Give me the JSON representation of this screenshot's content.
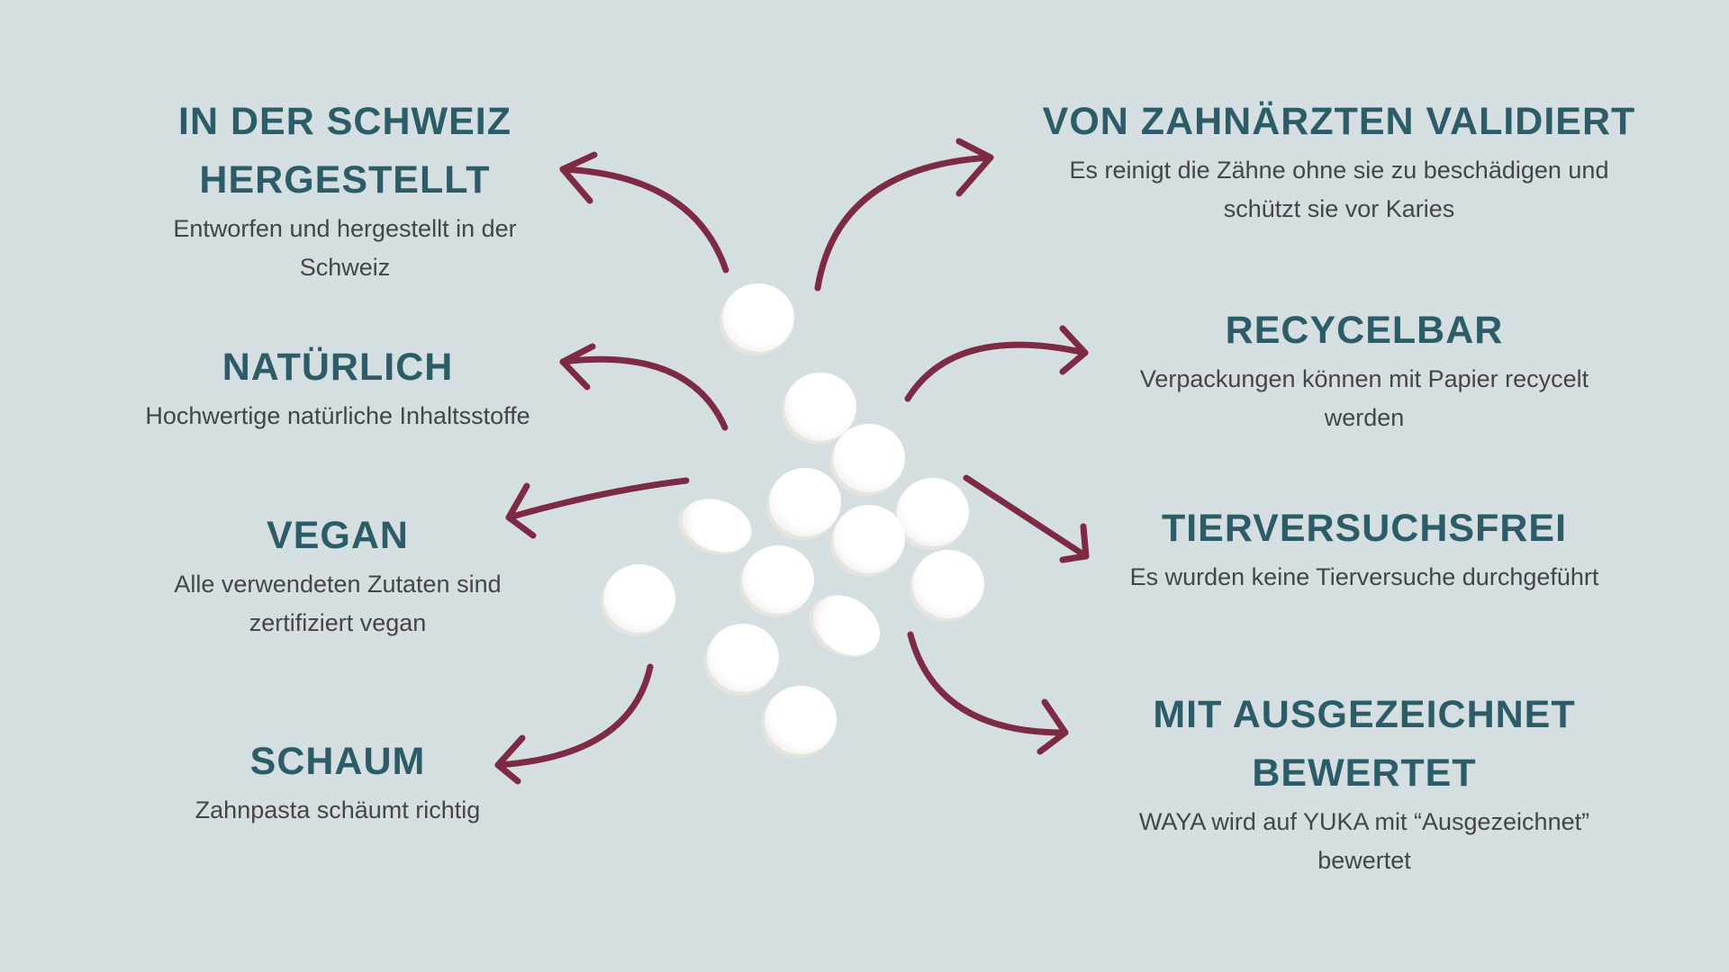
{
  "colors": {
    "background": "#d5dfe1",
    "heading": "#2b5c67",
    "body": "#454545",
    "arrow": "#7d2a45"
  },
  "left": [
    {
      "title": [
        "IN DER SCHWEIZ",
        "HERGESTELLT"
      ],
      "text": [
        "Entworfen und hergestellt in der",
        "Schweiz"
      ]
    },
    {
      "title": [
        "NATÜRLICH"
      ],
      "text": [
        "Hochwertige natürliche Inhaltsstoffe"
      ]
    },
    {
      "title": [
        "VEGAN"
      ],
      "text": [
        "Alle verwendeten Zutaten sind",
        "zertifiziert vegan"
      ]
    },
    {
      "title": [
        "SCHAUM"
      ],
      "text": [
        "Zahnpasta schäumt richtig"
      ]
    }
  ],
  "right": [
    {
      "title": [
        "VON ZAHNÄRZTEN VALIDIERT"
      ],
      "text": [
        "Es reinigt die Zähne ohne sie zu beschädigen und",
        "schützt sie vor Karies"
      ]
    },
    {
      "title": [
        "RECYCELBAR"
      ],
      "text": [
        "Verpackungen können mit Papier recycelt",
        "werden"
      ]
    },
    {
      "title": [
        "TIERVERSUCHSFREI"
      ],
      "text": [
        "Es wurden keine Tierversuche durchgeführt"
      ]
    },
    {
      "title": [
        "MIT AUSGEZEICHNET",
        "BEWERTET"
      ],
      "text": [
        "WAYA wird auf YUKA mit “Ausgezeichnet”",
        "bewertet"
      ]
    }
  ]
}
